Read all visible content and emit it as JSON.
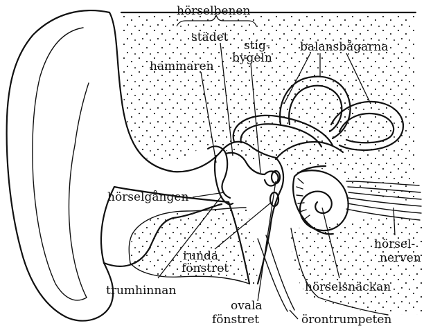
{
  "diagram": {
    "labels": {
      "horselbenen": "hörselbenen",
      "stadet": "städet",
      "stig": "stig-",
      "bygeln": "bygeln",
      "hammaren": "hammaren",
      "balansbagarna": "balansbågarna",
      "horselgangen": "hörselgången",
      "runda": "runda",
      "fonstret_runda": "fönstret",
      "trumhinnan": "trumhinnan",
      "ovala": "ovala",
      "fonstret_ovala": "fönstret",
      "orontrumpeten": "örontrumpeten",
      "horselsnackan": "hörselsnäckan",
      "horsel": "hörsel-",
      "nerven": "nerven"
    }
  }
}
